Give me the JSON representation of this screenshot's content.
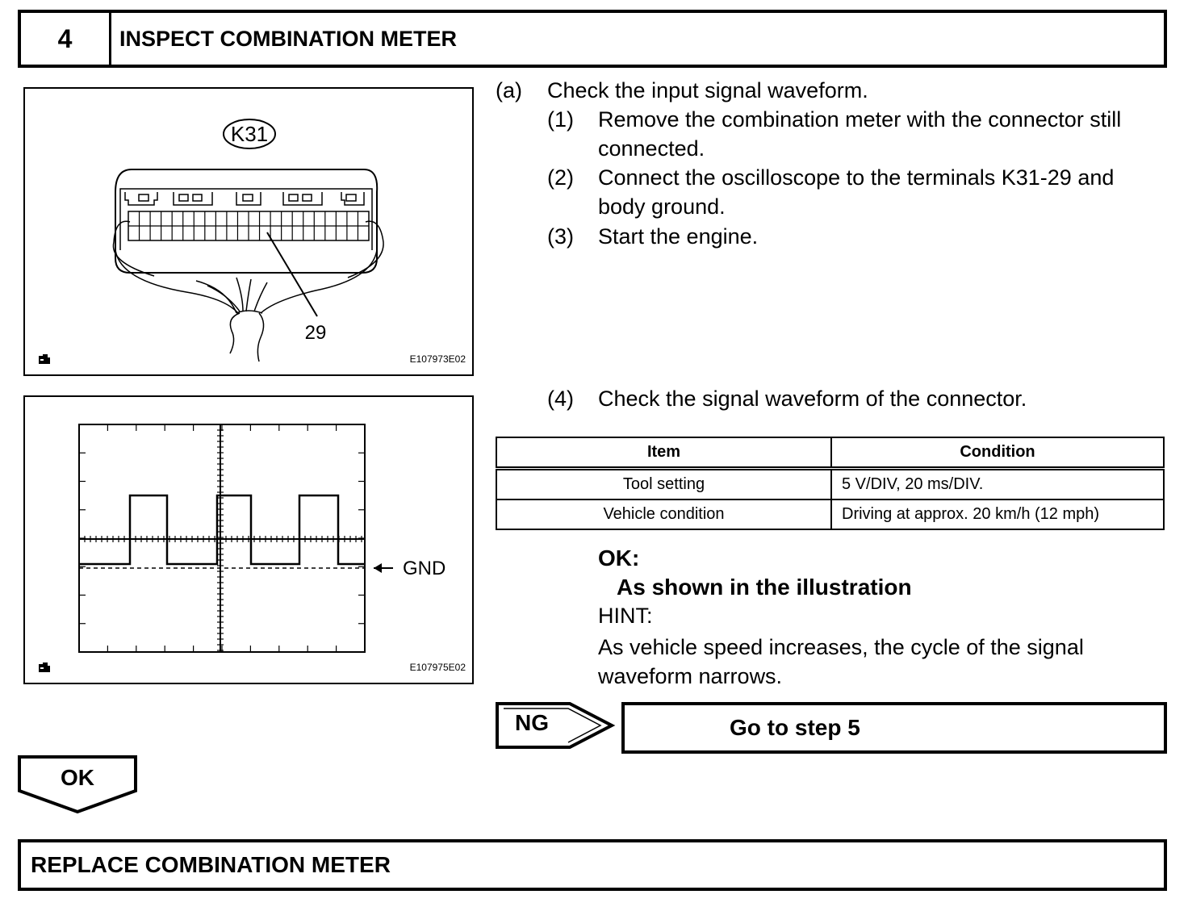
{
  "step": {
    "number": "4",
    "title": "INSPECT COMBINATION METER"
  },
  "figure1": {
    "connector_label": "K31",
    "pin_label": "29",
    "code": "E107973E02"
  },
  "figure2": {
    "gnd_label": "GND",
    "code": "E107975E02"
  },
  "instructions": {
    "a_label": "(a)",
    "a_text": "Check the input signal waveform.",
    "steps": [
      {
        "label": "(1)",
        "text": "Remove the combination meter with the connector still connected."
      },
      {
        "label": "(2)",
        "text": "Connect the oscilloscope to the terminals K31-29 and body ground."
      },
      {
        "label": "(3)",
        "text": "Start the engine."
      },
      {
        "label": "(4)",
        "text": "Check the signal waveform of the connector."
      }
    ]
  },
  "table": {
    "headers": [
      "Item",
      "Condition"
    ],
    "rows": [
      {
        "item": "Tool setting",
        "condition": "5 V/DIV, 20 ms/DIV."
      },
      {
        "item": "Vehicle condition",
        "condition": "Driving at approx. 20 km/h (12 mph)"
      }
    ]
  },
  "result": {
    "ok_label": "OK:",
    "ok_text": "As shown in the illustration",
    "hint_label": "HINT:",
    "hint_text": "As vehicle speed increases, the cycle of the signal waveform narrows."
  },
  "ng": {
    "label": "NG",
    "goto": "Go to step 5"
  },
  "ok_arrow": {
    "label": "OK"
  },
  "final": {
    "text": "REPLACE COMBINATION METER"
  }
}
